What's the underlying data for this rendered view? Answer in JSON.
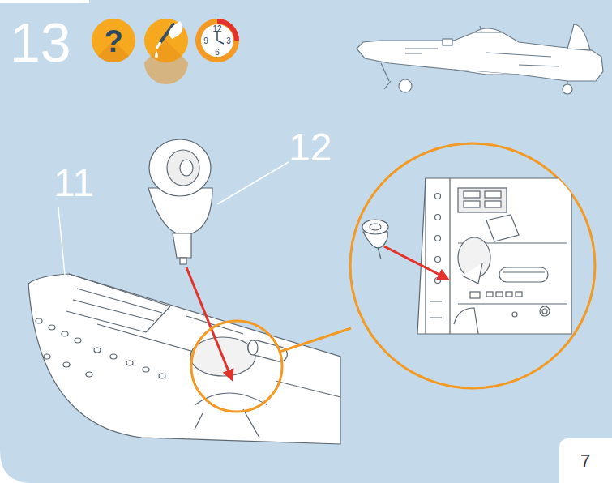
{
  "diagram": {
    "nodes": [
      {
        "text": [
          "?"
        ]
      },
      {
        "text": [
          "12",
          "9",
          "3",
          "6"
        ]
      },
      {
        "text": [
          "7"
        ]
      }
    ],
    "labels": [
      "13",
      "11",
      "12"
    ]
  }
}
